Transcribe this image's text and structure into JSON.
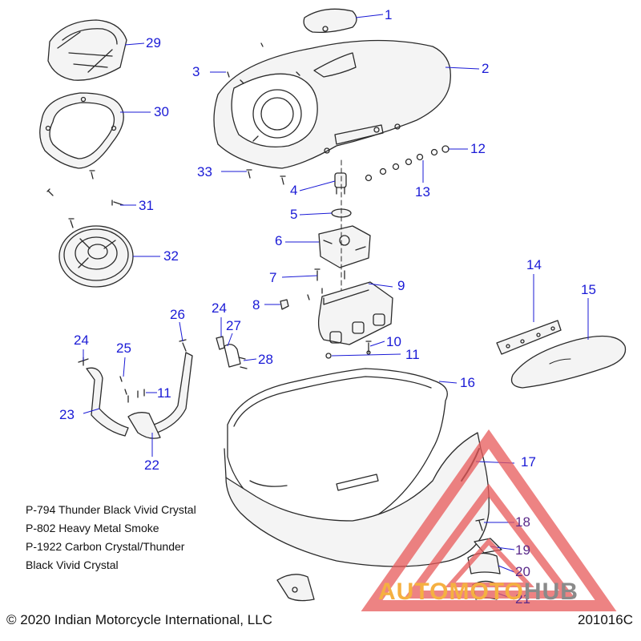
{
  "colors": {
    "callout_blue": "#1a1ad6",
    "callout_purple": "#5a2a8a",
    "line_art": "#2a2a2a",
    "part_fill": "#f4f4f4",
    "watermark_red": "#e85a5a",
    "watermark_orange": "#f5b041",
    "watermark_gray": "#8a8a8a"
  },
  "callouts": [
    {
      "id": "c1",
      "label": "1"
    },
    {
      "id": "c2",
      "label": "2"
    },
    {
      "id": "c3",
      "label": "3"
    },
    {
      "id": "c4",
      "label": "4"
    },
    {
      "id": "c5",
      "label": "5"
    },
    {
      "id": "c6",
      "label": "6"
    },
    {
      "id": "c7",
      "label": "7"
    },
    {
      "id": "c8",
      "label": "8"
    },
    {
      "id": "c9",
      "label": "9"
    },
    {
      "id": "c10",
      "label": "10"
    },
    {
      "id": "c11a",
      "label": "11"
    },
    {
      "id": "c11b",
      "label": "11"
    },
    {
      "id": "c12",
      "label": "12"
    },
    {
      "id": "c13",
      "label": "13"
    },
    {
      "id": "c14",
      "label": "14"
    },
    {
      "id": "c15",
      "label": "15"
    },
    {
      "id": "c16",
      "label": "16"
    },
    {
      "id": "c17",
      "label": "17"
    },
    {
      "id": "c18",
      "label": "18"
    },
    {
      "id": "c19",
      "label": "19"
    },
    {
      "id": "c20",
      "label": "20"
    },
    {
      "id": "c21",
      "label": "21"
    },
    {
      "id": "c22",
      "label": "22"
    },
    {
      "id": "c23",
      "label": "23"
    },
    {
      "id": "c24a",
      "label": "24"
    },
    {
      "id": "c24b",
      "label": "24"
    },
    {
      "id": "c25",
      "label": "25"
    },
    {
      "id": "c26",
      "label": "26"
    },
    {
      "id": "c27",
      "label": "27"
    },
    {
      "id": "c28",
      "label": "28"
    },
    {
      "id": "c29",
      "label": "29"
    },
    {
      "id": "c30",
      "label": "30"
    },
    {
      "id": "c31",
      "label": "31"
    },
    {
      "id": "c32",
      "label": "32"
    },
    {
      "id": "c33",
      "label": "33"
    }
  ],
  "notes": [
    "P-794 Thunder Black Vivid Crystal",
    "P-802 Heavy Metal Smoke",
    "P-1922 Carbon Crystal/Thunder",
    "Black Vivid Crystal"
  ],
  "copyright": "© 2020 Indian Motorcycle International, LLC",
  "diagram_code": "201016C",
  "watermark": {
    "part1": "AUTO",
    "part2": "MOTO",
    "part3": "HUB"
  }
}
